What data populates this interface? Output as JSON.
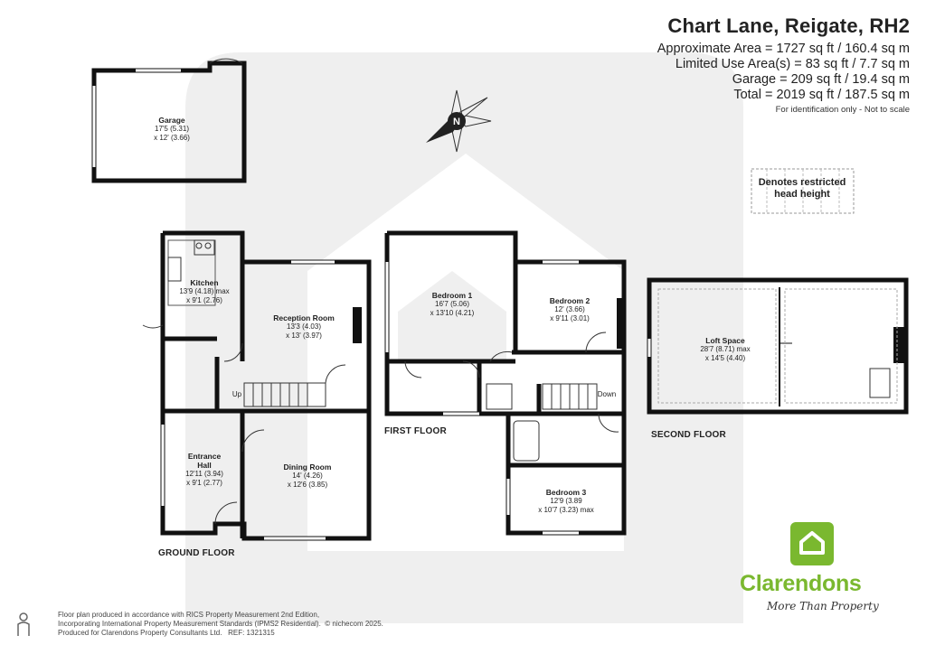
{
  "header": {
    "title": "Chart Lane, Reigate, RH2",
    "area_lines": [
      "Approximate Area = 1727 sq ft / 160.4 sq m",
      "Limited Use Area(s) = 83 sq ft / 7.7 sq m",
      "Garage = 209 sq ft / 19.4 sq m",
      "Total = 2019 sq ft / 187.5 sq m"
    ],
    "note": "For identification only - Not to scale"
  },
  "legend": {
    "restricted": "Denotes restricted head height"
  },
  "compass": {
    "label": "N"
  },
  "rooms": {
    "garage": {
      "name": "Garage",
      "dim1": "17'5 (5.31)",
      "dim2": "x 12' (3.66)"
    },
    "kitchen": {
      "name": "Kitchen",
      "dim1": "13'9 (4.18) max",
      "dim2": "x 9'1 (2.76)"
    },
    "reception": {
      "name": "Reception Room",
      "dim1": "13'3 (4.03)",
      "dim2": "x 13' (3.97)"
    },
    "hall": {
      "name": "Entrance Hall",
      "dim1": "12'11 (3.94)",
      "dim2": "x 9'1 (2.77)"
    },
    "dining": {
      "name": "Dining Room",
      "dim1": "14' (4.26)",
      "dim2": "x 12'6 (3.85)"
    },
    "bed1": {
      "name": "Bedroom 1",
      "dim1": "16'7 (5.06)",
      "dim2": "x 13'10 (4.21)"
    },
    "bed2": {
      "name": "Bedroom 2",
      "dim1": "12' (3.66)",
      "dim2": "x 9'11 (3.01)"
    },
    "bed3": {
      "name": "Bedroom 3",
      "dim1": "12'9 (3.89",
      "dim2": "x 10'7 (3.23) max"
    },
    "loft": {
      "name": "Loft Space",
      "dim1": "28'7 (8.71) max",
      "dim2": "x 14'5 (4.40)"
    }
  },
  "stairs": {
    "up": "Up",
    "down": "Down"
  },
  "floors": {
    "ground": "GROUND FLOOR",
    "first": "FIRST FLOOR",
    "second": "SECOND FLOOR"
  },
  "footer": {
    "line1": "Floor plan produced in accordance with RICS Property Measurement 2nd Edition,",
    "line2": "Incorporating International Property Measurement Standards (IPMS2 Residential).",
    "copyright": "© nichecom 2025.",
    "line3": "Produced for Clarendons Property Consultants Ltd.",
    "ref": "REF: 1321315"
  },
  "brand": {
    "name": "Clarendons",
    "slogan": "More Than Property",
    "color": "#7ab82f"
  },
  "colors": {
    "wall": "#111111",
    "watermark": "#ececec",
    "accent": "#7ab82f"
  }
}
